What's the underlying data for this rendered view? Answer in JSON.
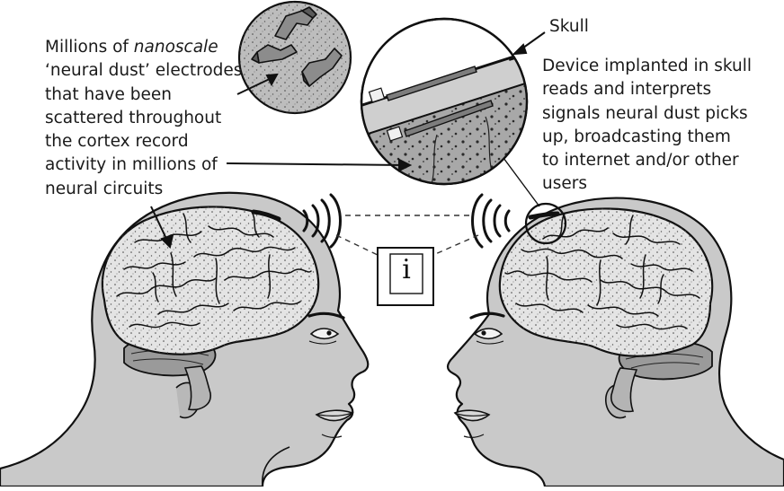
{
  "labels": {
    "left": {
      "line1_prefix": "Millions of ",
      "line1_emphasis": "nanoscale",
      "line2": "‘neural dust’ electrodes",
      "line3": "that have been",
      "line4": "scattered throughout",
      "line5": "the cortex record",
      "line6": "activity in millions of",
      "line7": "neural circuits"
    },
    "skull": "Skull",
    "device": {
      "line1": "Device implanted in skull",
      "line2": "reads and interprets",
      "line3": "signals neural dust picks",
      "line4": "up, broadcasting them",
      "line5": "to internet and/or other",
      "line6": "users"
    }
  },
  "info_glyph": "i",
  "colors": {
    "head_fill": "#c9c9c9",
    "brain_fill": "#e4e4e4",
    "cerebellum_fill": "#9a9a9a",
    "outline": "#111111",
    "device_bar": "#7d7d7d",
    "skull_band": "#cfcfcf",
    "cortex_fill": "#a8a8a8",
    "circle_bg": "#ffffff",
    "dust_circle_bg": "#bdbdbd",
    "particle_fill": "#8c8c8c",
    "signal": "#111111"
  }
}
